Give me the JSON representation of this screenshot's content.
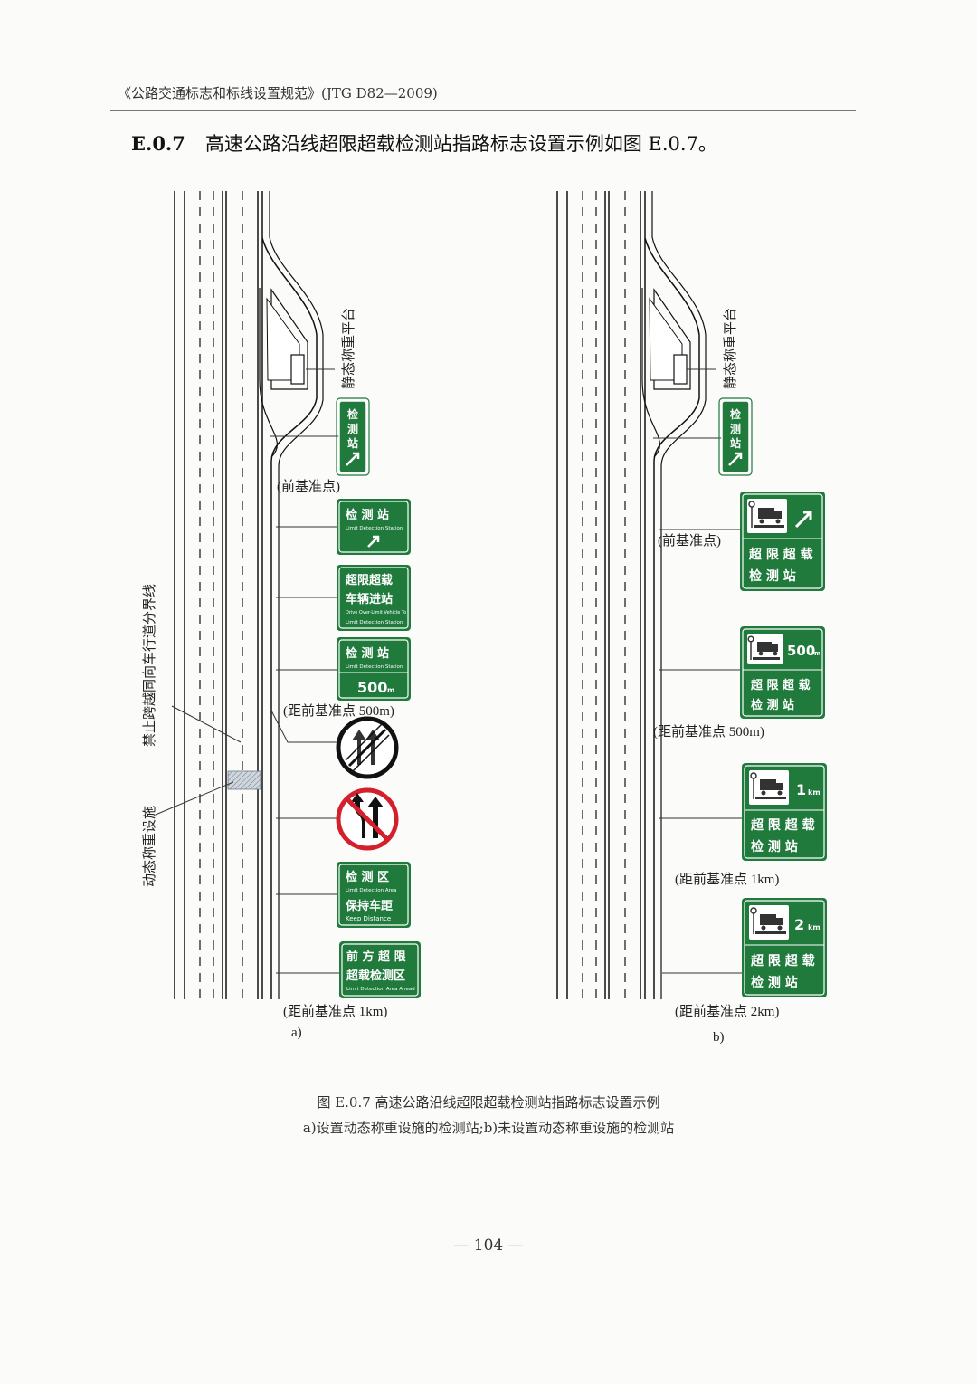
{
  "header": "《公路交通标志和标线设置规范》(JTG D82—2009)",
  "section": {
    "number": "E.0.7",
    "text": "高速公路沿线超限超载检测站指路标志设置示例如图 E.0.7。"
  },
  "diagram_a": {
    "label": "a)",
    "platform_label": "静态称重平台",
    "vertical_labels": [
      "禁止跨越同向车行道分界线",
      "动态称重设施"
    ],
    "distance_labels": [
      "(前基准点)",
      "(距前基准点 500m)",
      "(距前基准点 1km)"
    ],
    "signs": {
      "station_vertical": [
        "检",
        "测",
        "站"
      ],
      "station_arrow": {
        "cn": "检 测 站",
        "en": "Limit Detection Station"
      },
      "enter": {
        "cn1": "超限超载",
        "cn2": "车辆进站",
        "en1": "Drive Over-Limit Vehicle To",
        "en2": "Limit Detection Station"
      },
      "station_500": {
        "cn": "检 测 站",
        "en": "Limit Detection Station",
        "dist": "500",
        "unit": "m"
      },
      "area": {
        "cn1": "检 测 区",
        "en1": "Limit Detection Area",
        "cn2": "保持车距",
        "en2": "Keep Distance"
      },
      "ahead": {
        "cn1": "前 方 超 限",
        "cn2": "超载检测区",
        "en": "Limit Detection Area Ahead"
      }
    }
  },
  "diagram_b": {
    "label": "b)",
    "platform_label": "静态称重平台",
    "distance_labels": [
      "(前基准点)",
      "(距前基准点 500m)",
      "(距前基准点 1km)",
      "(距前基准点 2km)"
    ],
    "signs": {
      "station_vertical": [
        "检",
        "测",
        "站"
      ],
      "line1": "超 限 超 载",
      "line2": "检  测  站",
      "distances": [
        {
          "value": "500",
          "unit": "m"
        },
        {
          "value": "1",
          "unit": "km"
        },
        {
          "value": "2",
          "unit": "km"
        }
      ]
    }
  },
  "caption": {
    "line1": "图 E.0.7   高速公路沿线超限超载检测站指路标志设置示例",
    "line2": "a)设置动态称重设施的检测站;b)未设置动态称重设施的检测站"
  },
  "page_number": "— 104 —",
  "colors": {
    "sign_green": "#1f7a3c",
    "prohibit_red": "#d4202c"
  }
}
